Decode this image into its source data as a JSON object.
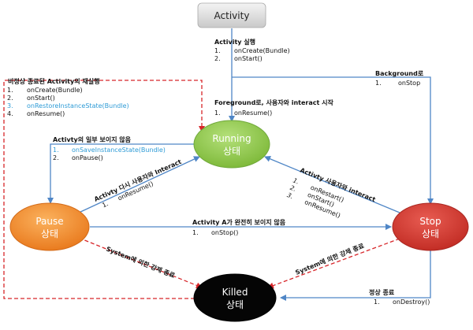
{
  "colors": {
    "arrow_blue": "#4F86C6",
    "arrow_red": "#D7262A",
    "running_fill": "#8FCB45",
    "pause_fill": "#F08A24",
    "stop_fill": "#D43A2E",
    "killed_fill": "#050505",
    "activity_fill": "#D6D6D6",
    "highlight_text": "#2E9BD6"
  },
  "nodes": {
    "activity": {
      "label": "Activity"
    },
    "running": {
      "line1": "Running",
      "line2": "상태"
    },
    "pause": {
      "line1": "Pause",
      "line2": "상태"
    },
    "stop": {
      "line1": "Stop",
      "line2": "상태"
    },
    "killed": {
      "line1": "Killed",
      "line2": "상태"
    }
  },
  "edges": {
    "activity_to_running": {
      "title": "Activity 실행",
      "items": [
        {
          "num": "1.",
          "text": "onCreate(Bundle)"
        },
        {
          "num": "2.",
          "text": "onStart()"
        }
      ]
    },
    "restart_after_kill": {
      "title": "비정상 종료된 Activity의 재실행",
      "items": [
        {
          "num": "1.",
          "text": "onCreate(Bundle)"
        },
        {
          "num": "2.",
          "text": "onStart()"
        },
        {
          "num": "3.",
          "text": "onRestoreInstanceState(Bundle)"
        },
        {
          "num": "4.",
          "text": "onResume()"
        }
      ]
    },
    "foreground": {
      "title": "Foreground로, 사용자와 interact 시작",
      "items": [
        {
          "num": "1.",
          "text": "onResume()"
        }
      ]
    },
    "background": {
      "title": "Background로",
      "items": [
        {
          "num": "1.",
          "text": "onStop"
        }
      ]
    },
    "partially_hidden": {
      "title": "Activty의 일부 보이지 않음",
      "items": [
        {
          "num": "1.",
          "text": "onSaveInstanceState(Bundle)"
        },
        {
          "num": "2.",
          "text": "onPause()"
        }
      ]
    },
    "pause_to_running": {
      "title": "Activty 다시 사용자와 Interact",
      "items": [
        {
          "num": "1.",
          "text": "onResume()"
        }
      ]
    },
    "stop_to_running": {
      "title": "Activty 사용자와 interact",
      "items": [
        {
          "num": "1.",
          "text": "onRestart()"
        },
        {
          "num": "2.",
          "text": "onStart()"
        },
        {
          "num": "3.",
          "text": "onResume()"
        }
      ]
    },
    "pause_to_stop": {
      "title": "Activity A가 완전히 보이지 않음",
      "items": [
        {
          "num": "1.",
          "text": "onStop()"
        }
      ]
    },
    "pause_killed": {
      "title": "System에 의한 강제 종료"
    },
    "stop_killed": {
      "title": "System에 의한 강제 종료"
    },
    "normal_end": {
      "title": "정상 종료",
      "items": [
        {
          "num": "1.",
          "text": "onDestroy()"
        }
      ]
    }
  }
}
